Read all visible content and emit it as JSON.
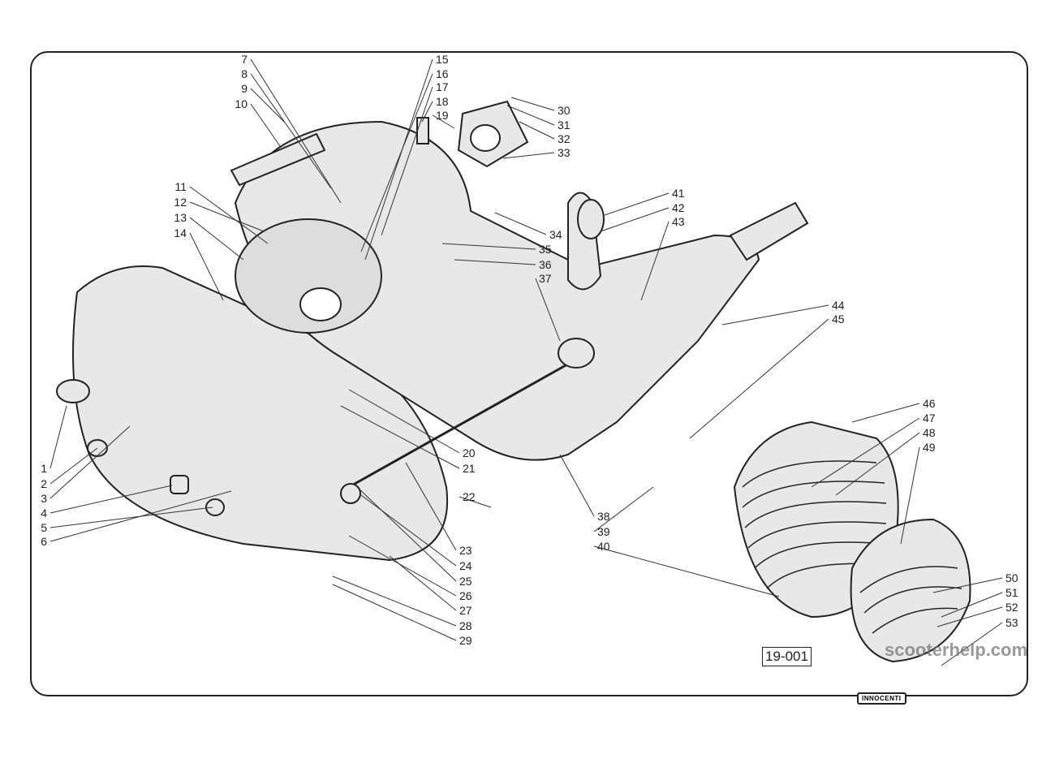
{
  "figure": {
    "reference_code": "19-001",
    "watermark": "scooterhelp.com",
    "brand_logo": "INNOCENTI",
    "callouts": [
      "1",
      "2",
      "3",
      "4",
      "5",
      "6",
      "7",
      "8",
      "9",
      "10",
      "11",
      "12",
      "13",
      "14",
      "15",
      "16",
      "17",
      "18",
      "19",
      "20",
      "21",
      "22",
      "23",
      "24",
      "25",
      "26",
      "27",
      "28",
      "29",
      "30",
      "31",
      "32",
      "33",
      "34",
      "35",
      "36",
      "37",
      "38",
      "39",
      "40",
      "41",
      "42",
      "43",
      "44",
      "45",
      "46",
      "47",
      "48",
      "49",
      "50",
      "51",
      "52",
      "53"
    ]
  }
}
